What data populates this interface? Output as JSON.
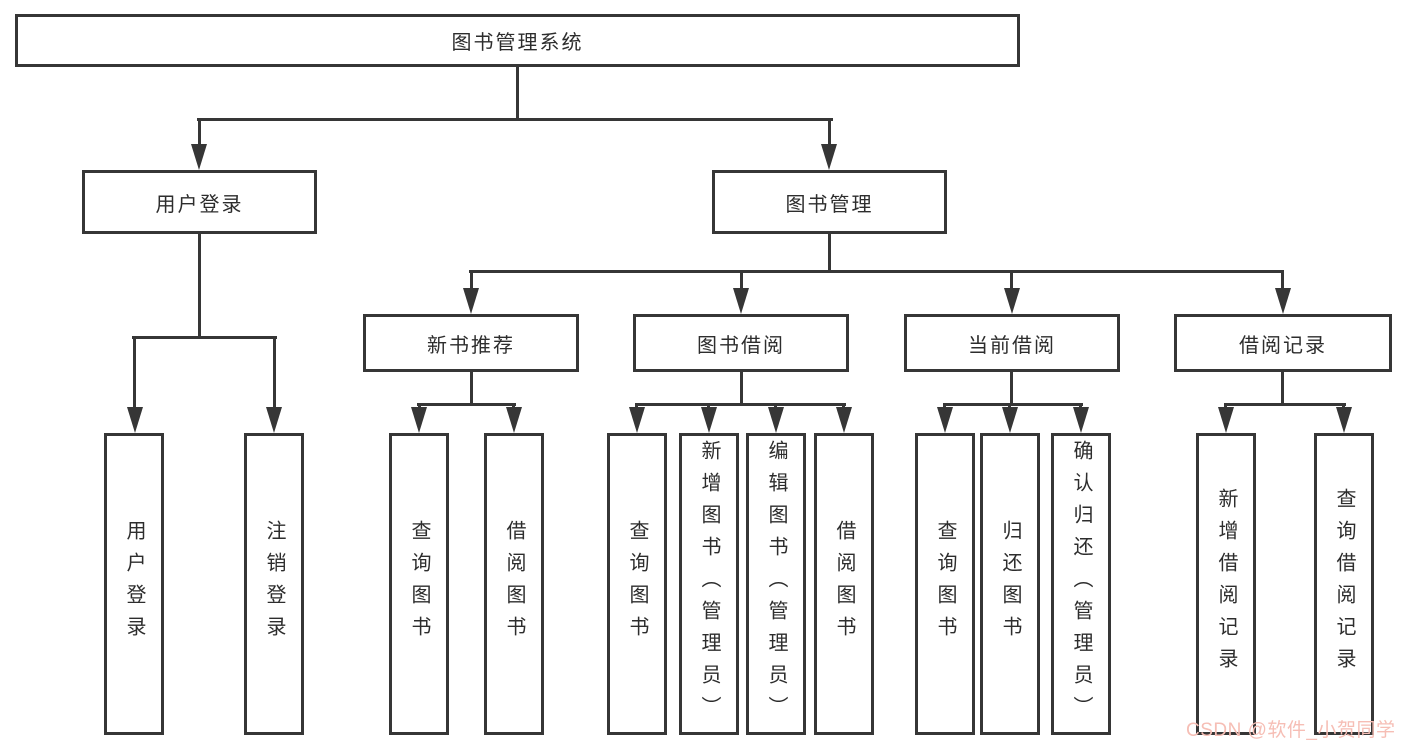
{
  "tree": {
    "root": "图书管理系统",
    "l2": [
      {
        "label": "用户登录",
        "children": [
          "用户登录",
          "注销登录"
        ]
      },
      {
        "label": "图书管理",
        "groups": [
          {
            "label": "新书推荐",
            "children": [
              "查询图书",
              "借阅图书"
            ]
          },
          {
            "label": "图书借阅",
            "children": [
              "查询图书",
              "新增图书（管理员）",
              "编辑图书（管理员）",
              "借阅图书"
            ]
          },
          {
            "label": "当前借阅",
            "children": [
              "查询图书",
              "归还图书",
              "确认归还（管理员）"
            ]
          },
          {
            "label": "借阅记录",
            "children": [
              "新增借阅记录",
              "查询借阅记录"
            ]
          }
        ]
      }
    ]
  },
  "watermark": "CSDN @软件_小贺同学",
  "colors": {
    "line": "#363636",
    "box_border": "#363636",
    "box_fill": "#ffffff",
    "text": "#2d2d2d",
    "background": "#ffffff",
    "watermark": "#f6beb5"
  }
}
